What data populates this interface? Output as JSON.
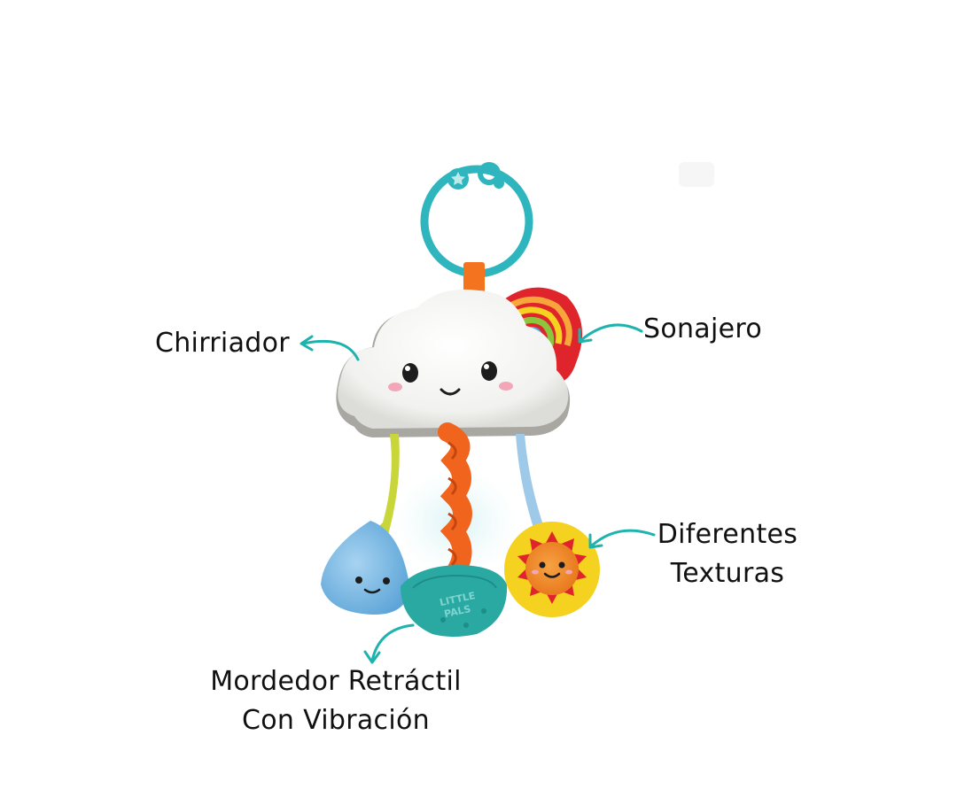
{
  "labels": {
    "squeaker": "Chirriador",
    "rattle": "Sonajero",
    "textures": [
      "Diferentes",
      "Texturas"
    ],
    "teether": [
      "Mordedor Retráctil",
      "Con Vibración"
    ]
  },
  "toy": {
    "teether_text": [
      "LITTLE",
      "PALS"
    ]
  },
  "colors": {
    "arrow": "#1fb3ad",
    "ring": "#2fb5bd",
    "cloud": "#f5f5f3",
    "rainbow_back": "#e0242b",
    "drop": "#86bfe6",
    "sun_back": "#f4d21f",
    "sun_face": "#f08a2b",
    "teether": "#2aa9a3",
    "ribbon_orange": "#f3731f"
  }
}
